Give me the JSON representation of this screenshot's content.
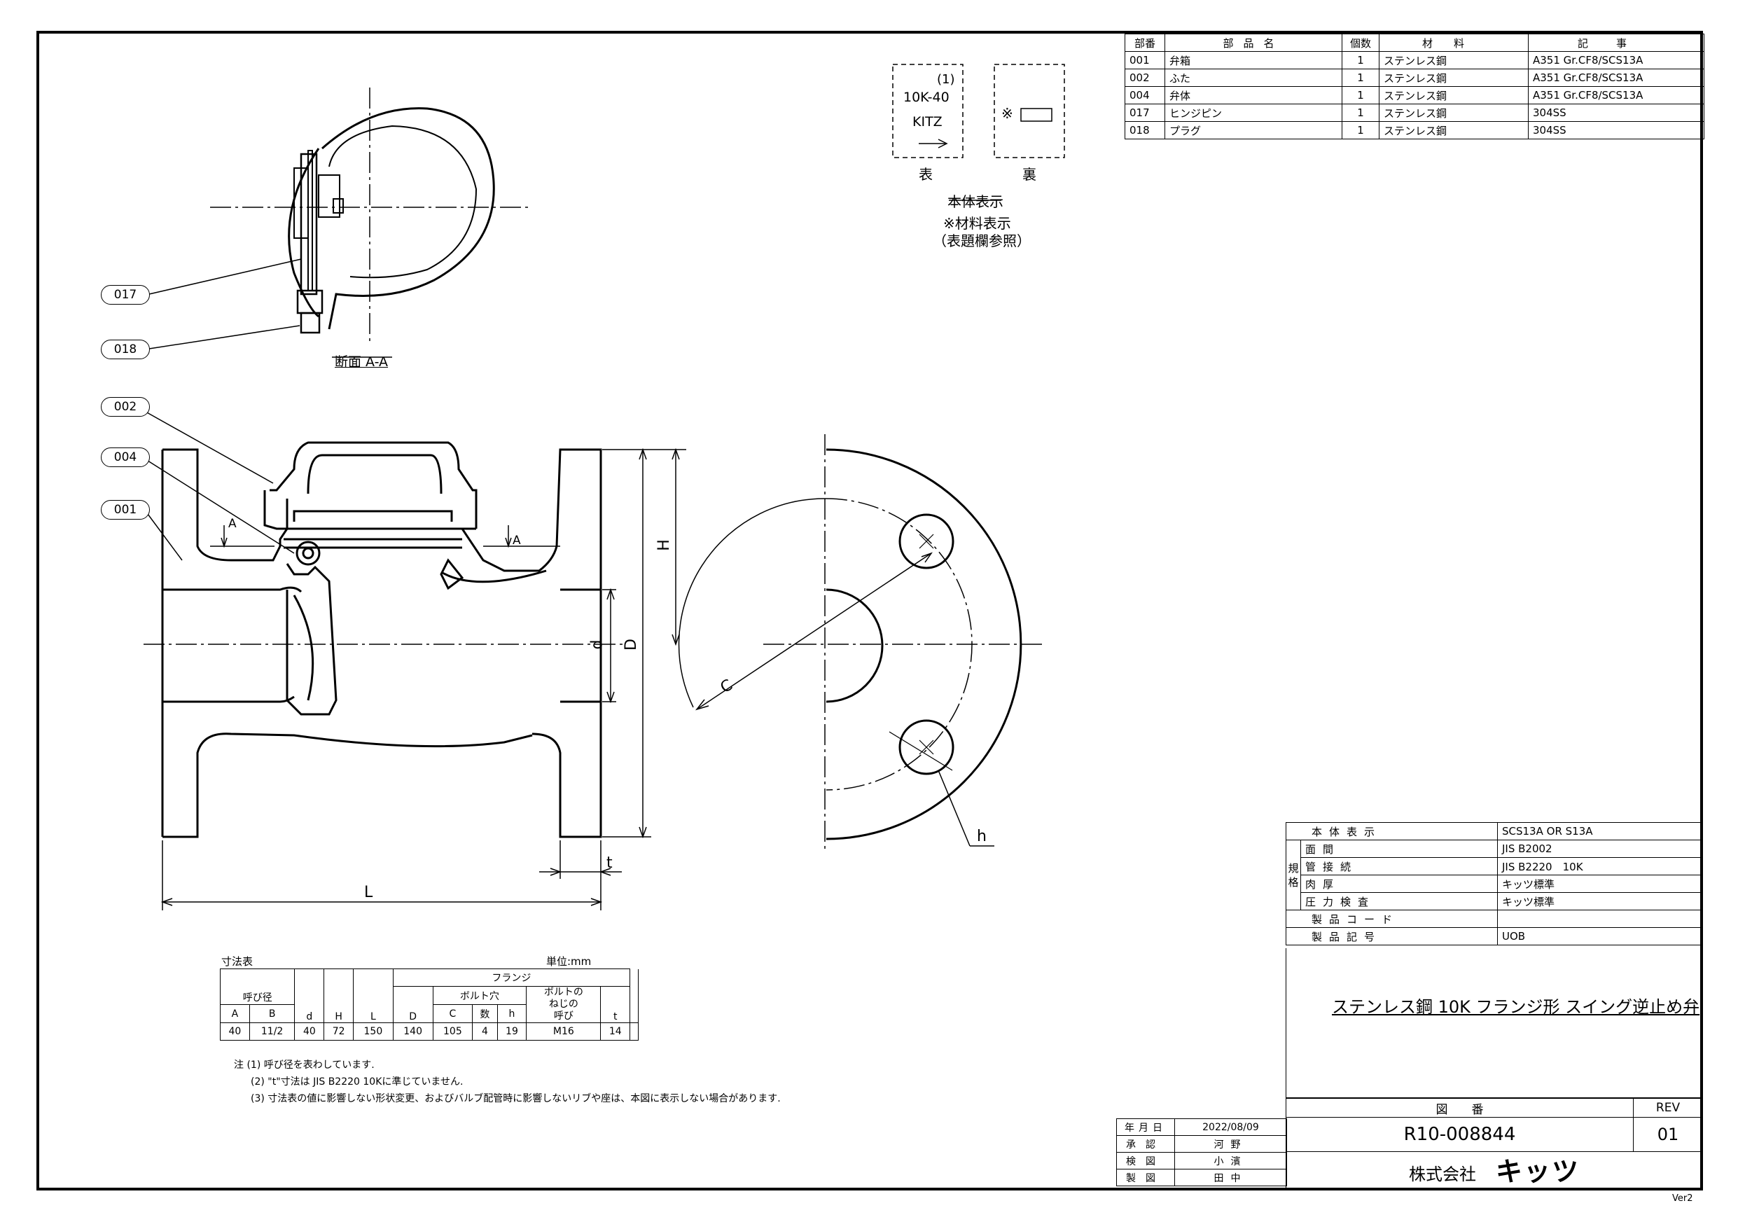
{
  "parts_table": {
    "headers": [
      "部番",
      "部品名",
      "個数",
      "材料",
      "記事"
    ],
    "rows": [
      [
        "001",
        "弁箱",
        "1",
        "ステンレス鋼",
        "A351 Gr.CF8/SCS13A"
      ],
      [
        "002",
        "ふた",
        "1",
        "ステンレス鋼",
        "A351 Gr.CF8/SCS13A"
      ],
      [
        "004",
        "弁体",
        "1",
        "ステンレス鋼",
        "A351 Gr.CF8/SCS13A"
      ],
      [
        "017",
        "ヒンジピン",
        "1",
        "ステンレス鋼",
        "304SS"
      ],
      [
        "018",
        "プラグ",
        "1",
        "ステンレス鋼",
        "304SS"
      ]
    ]
  },
  "marking": {
    "front_note": "(1)",
    "front_size": "10K-40",
    "front_brand": "KITZ",
    "front_label": "表",
    "back_symbol": "※",
    "back_label": "裏",
    "caption": "本体表示",
    "note1": "※材料表示",
    "note2": "（表題欄参照）"
  },
  "section_title": "断面 A-A",
  "callouts": {
    "c017": "017",
    "c018": "018",
    "c002": "002",
    "c004": "004",
    "c001": "001"
  },
  "dim_labels": {
    "A": "A",
    "H": "H",
    "D": "D",
    "d": "d",
    "t": "t",
    "L": "L",
    "C": "C",
    "h": "h"
  },
  "dims_table": {
    "caption": "寸法表",
    "unit": "単位:mm",
    "nominal": "呼び径",
    "flange": "フランジ",
    "bolt_hole": "ボルト穴",
    "bolt_thread": "ボルトの\nねじの\n呼び",
    "cols": [
      "A",
      "B",
      "d",
      "H",
      "L",
      "D",
      "C",
      "数",
      "h",
      "t"
    ],
    "values": [
      "40",
      "11/2",
      "40",
      "72",
      "150",
      "140",
      "105",
      "4",
      "19",
      "M16",
      "14"
    ]
  },
  "notes": [
    "注 (1) 呼び径を表わしています.",
    "(2) \"t\"寸法は JIS B2220 10Kに準じていません.",
    "(3) 寸法表の値に影響しない形状変更、およびバルブ配管時に影響しないリブや座は、本図に表示しない場合があります."
  ],
  "spec": {
    "group_label": "規格",
    "rows": [
      {
        "label": "本体表示",
        "value": "SCS13A OR S13A"
      },
      {
        "label": "面間",
        "value": "JIS B2002"
      },
      {
        "label": "管接続",
        "value": "JIS B2220　10K"
      },
      {
        "label": "肉厚",
        "value": "キッツ標準"
      },
      {
        "label": "圧力検査",
        "value": "キッツ標準"
      },
      {
        "label": "製品コード",
        "value": ""
      },
      {
        "label": "製品記号",
        "value": "UOB"
      }
    ]
  },
  "title": "ステンレス鋼 10K フランジ形 スイング逆止め弁",
  "drawing_no_label": "図　　番",
  "rev_label": "REV",
  "drawing_no": "R10-008844",
  "rev": "01",
  "approvals": [
    {
      "label": "年月日",
      "value": "2022/08/09"
    },
    {
      "label": "承認",
      "value": "河野"
    },
    {
      "label": "検図",
      "value": "小濱"
    },
    {
      "label": "製図",
      "value": "田中"
    }
  ],
  "company": "株式会社",
  "company_logo_text": "キッツ",
  "version": "Ver2"
}
